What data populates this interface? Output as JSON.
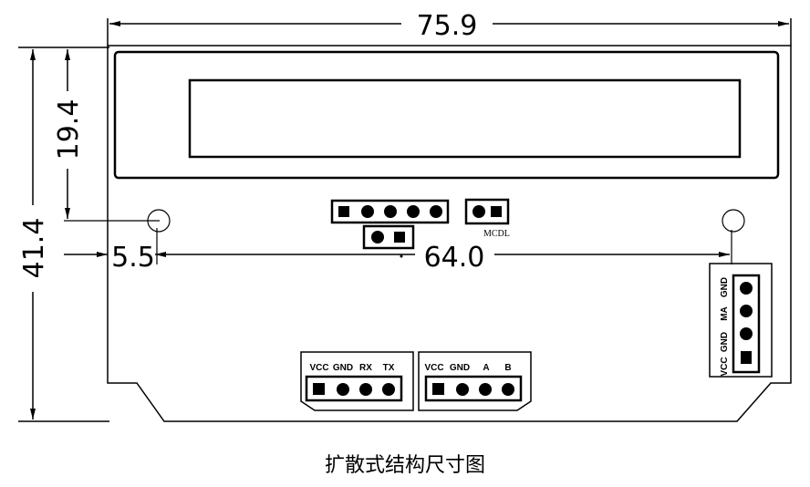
{
  "dimensions": {
    "total_width": "75.9",
    "total_height": "41.4",
    "display_offset": "19.4",
    "hole_offset": "5.5",
    "hole_spacing": "64.0"
  },
  "labels": {
    "jumper": "MCDL",
    "side_connector_pins": [
      "VCC",
      "GND",
      "MA",
      "GND"
    ],
    "uart_connector_pins": [
      "VCC",
      "GND",
      "RX",
      "TX"
    ],
    "rs485_connector_pins": [
      "VCC",
      "GND",
      "A",
      "B"
    ]
  },
  "caption": "扩散式结构尺寸图"
}
